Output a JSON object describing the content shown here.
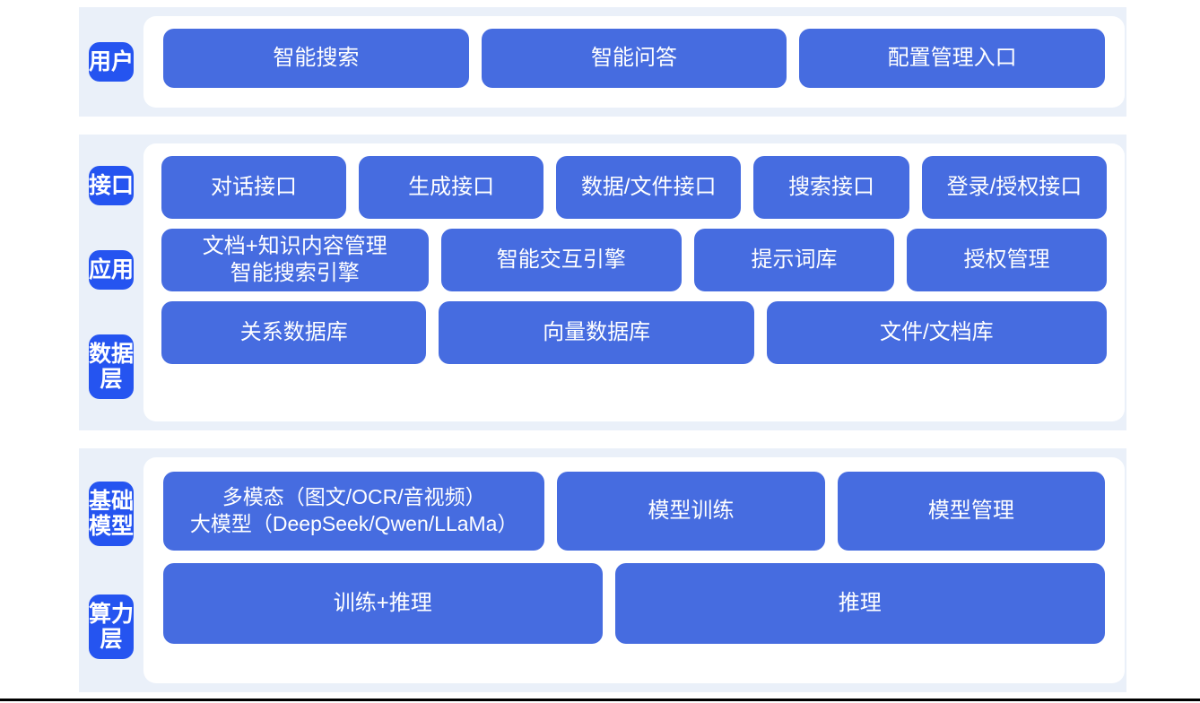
{
  "colors": {
    "band_background": "#eaf0f9",
    "panel_background": "#ffffff",
    "side_label": "#2554f0",
    "box": "#466ce0",
    "box_text": "#ffffff",
    "page_rule": "#000000"
  },
  "bands": [
    {
      "id": "user",
      "labels": [
        "用户"
      ],
      "rows": [
        {
          "id": "user-entries",
          "boxes": [
            {
              "label": "智能搜索",
              "flex": 1
            },
            {
              "label": "智能问答",
              "flex": 1
            },
            {
              "label": "配置管理入口",
              "flex": 1
            }
          ]
        }
      ]
    },
    {
      "id": "platform",
      "labels": [
        "接口",
        "应用",
        "数据层"
      ],
      "rows": [
        {
          "id": "interface",
          "boxes": [
            {
              "label": "对话接口",
              "flex": 1
            },
            {
              "label": "生成接口",
              "flex": 1
            },
            {
              "label": "数据/文件接口",
              "flex": 1
            },
            {
              "label": "搜索接口",
              "flex": 0.83
            },
            {
              "label": "登录/授权接口",
              "flex": 1
            }
          ]
        },
        {
          "id": "application",
          "boxes": [
            {
              "label": "文档+知识内容管理\n智能搜索引擎",
              "flex": 1.36
            },
            {
              "label": "智能交互引擎",
              "flex": 1.22
            },
            {
              "label": "提示词库",
              "flex": 1
            },
            {
              "label": "授权管理",
              "flex": 1
            }
          ]
        },
        {
          "id": "data",
          "boxes": [
            {
              "label": "关系数据库",
              "flex": 1
            },
            {
              "label": "向量数据库",
              "flex": 1.2
            },
            {
              "label": "文件/文档库",
              "flex": 1.3
            }
          ]
        }
      ]
    },
    {
      "id": "infrastructure",
      "labels": [
        "基础模型",
        "算力层"
      ],
      "rows": [
        {
          "id": "model",
          "boxes": [
            {
              "label": "多模态（图文/OCR/音视频）\n大模型（DeepSeek/Qwen/LLaMa）",
              "flex": 1.45,
              "style": "box-multimodal"
            },
            {
              "label": "模型训练",
              "flex": 1
            },
            {
              "label": "模型管理",
              "flex": 1
            }
          ]
        },
        {
          "id": "compute",
          "boxes": [
            {
              "label": "训练+推理",
              "flex": 1
            },
            {
              "label": "推理",
              "flex": 1.12
            }
          ]
        }
      ]
    }
  ]
}
